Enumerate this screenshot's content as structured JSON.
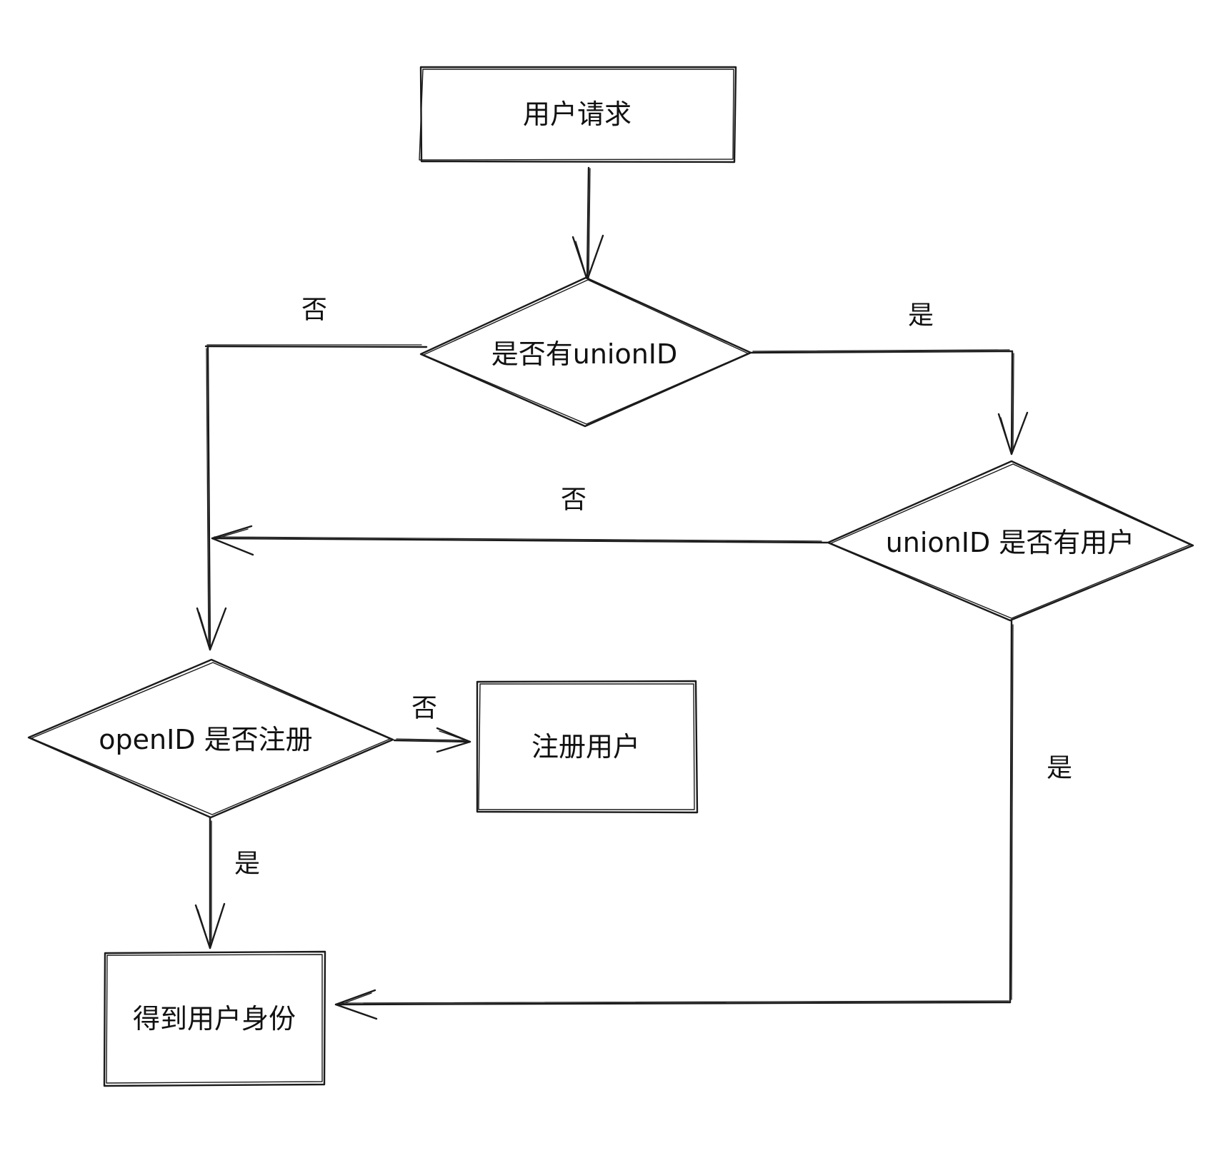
{
  "nodes": {
    "start": "用户请求",
    "has_union": "是否有unionID",
    "union_user": "unionID 是否有用户",
    "open_reg": "openID 是否注册",
    "register": "注册用户",
    "identity": "得到用户身份"
  },
  "edges": {
    "has_union_no": "否",
    "has_union_yes": "是",
    "union_user_no": "否",
    "union_user_yes": "是",
    "open_reg_no": "否",
    "open_reg_yes": "是"
  }
}
